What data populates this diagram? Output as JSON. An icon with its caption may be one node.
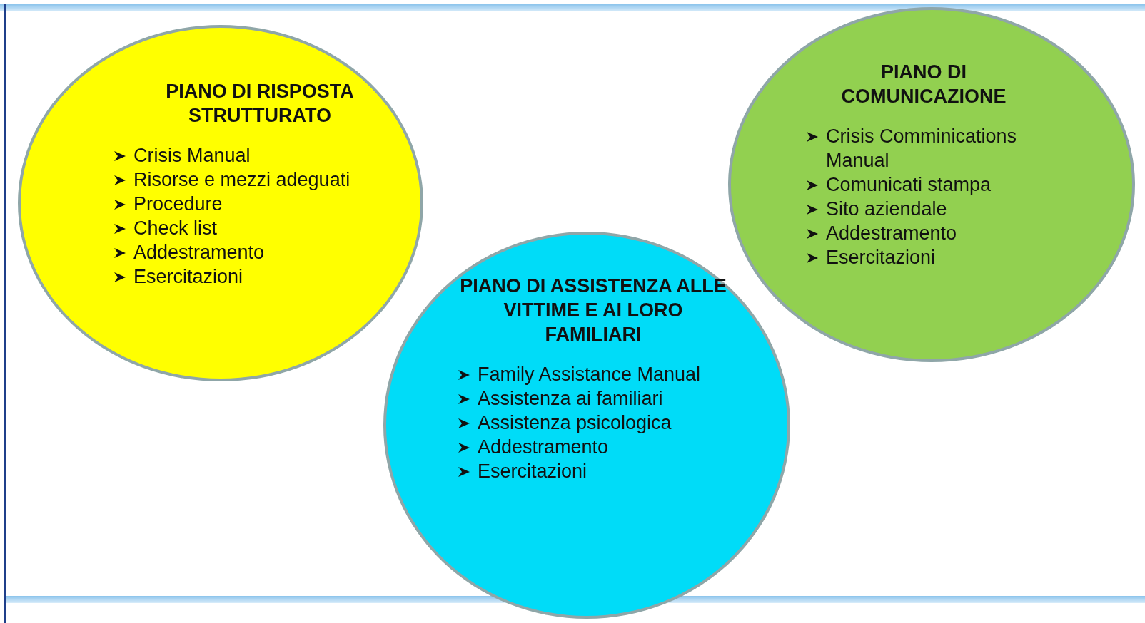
{
  "diagram": {
    "nodes": [
      {
        "text": [
          "PIANO DI RISPOSTA STRUTTURATO",
          "Crisis Manual",
          "Risorse e mezzi adeguati",
          "Procedure",
          "Check list",
          "Addestramento",
          "Esercitazioni"
        ]
      },
      {
        "text": [
          "PIANO DI COMUNICAZIONE",
          "Crisis Comminications Manual",
          "Comunicati stampa",
          "Sito aziendale",
          "Addestramento",
          "Esercitazioni"
        ]
      },
      {
        "text": [
          "PIANO DI ASSISTENZA ALLE VITTIME E AI LORO FAMILIARI",
          "Family Assistance Manual",
          "Assistenza ai familiari",
          "Assistenza psicologica",
          "Addestramento",
          "Esercitazioni"
        ]
      }
    ],
    "edges": []
  }
}
